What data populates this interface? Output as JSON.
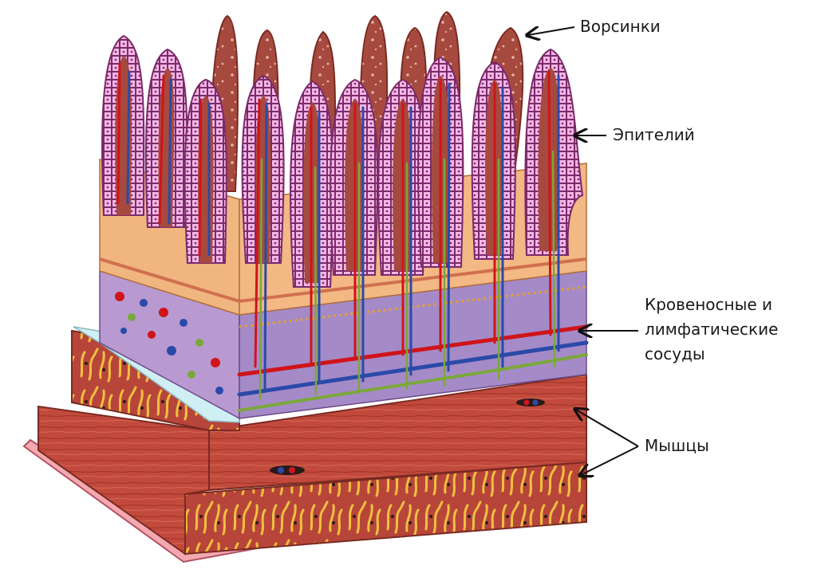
{
  "labels": {
    "villi": "Ворсинки",
    "epithelium": "Эпителий",
    "vessels_line1": "Кровеносные и",
    "vessels_line2": "лимфатические",
    "vessels_line3": "сосуды",
    "muscles": "Мышцы"
  },
  "colors": {
    "villus_core": "#a84a3e",
    "epithelium": "#f2aee0",
    "artery": "#d0141a",
    "vein": "#2a4aa8",
    "lymph": "#7aa83a",
    "submucosa": "#b89ad0",
    "muscle": "#c0463a",
    "mucosa_band": "#f1b57f",
    "base": "#f4a8b0",
    "serosa": "#cfeff4"
  }
}
